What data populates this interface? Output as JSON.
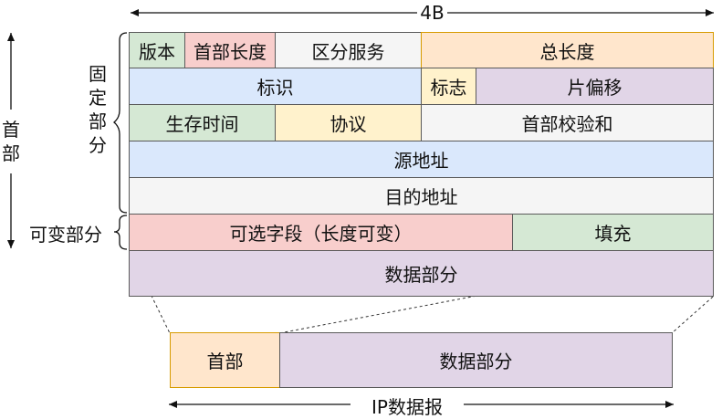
{
  "width_label": "4B",
  "header_label": "首部",
  "fixed_label": "固定部分",
  "variable_label": "可变部分",
  "rows": {
    "row1": {
      "version": "版本",
      "header_length": "首部长度",
      "service": "区分服务",
      "total_length": "总长度"
    },
    "row2": {
      "identification": "标识",
      "flags": "标志",
      "fragment_offset": "片偏移"
    },
    "row3": {
      "ttl": "生存时间",
      "protocol": "协议",
      "checksum": "首部校验和"
    },
    "row4": {
      "src": "源地址"
    },
    "row5": {
      "dst": "目的地址"
    },
    "row6": {
      "options": "可选字段（长度可变）",
      "padding": "填充"
    },
    "data": "数据部分"
  },
  "datagram": {
    "header": "首部",
    "data": "数据部分",
    "label": "IP数据报"
  }
}
